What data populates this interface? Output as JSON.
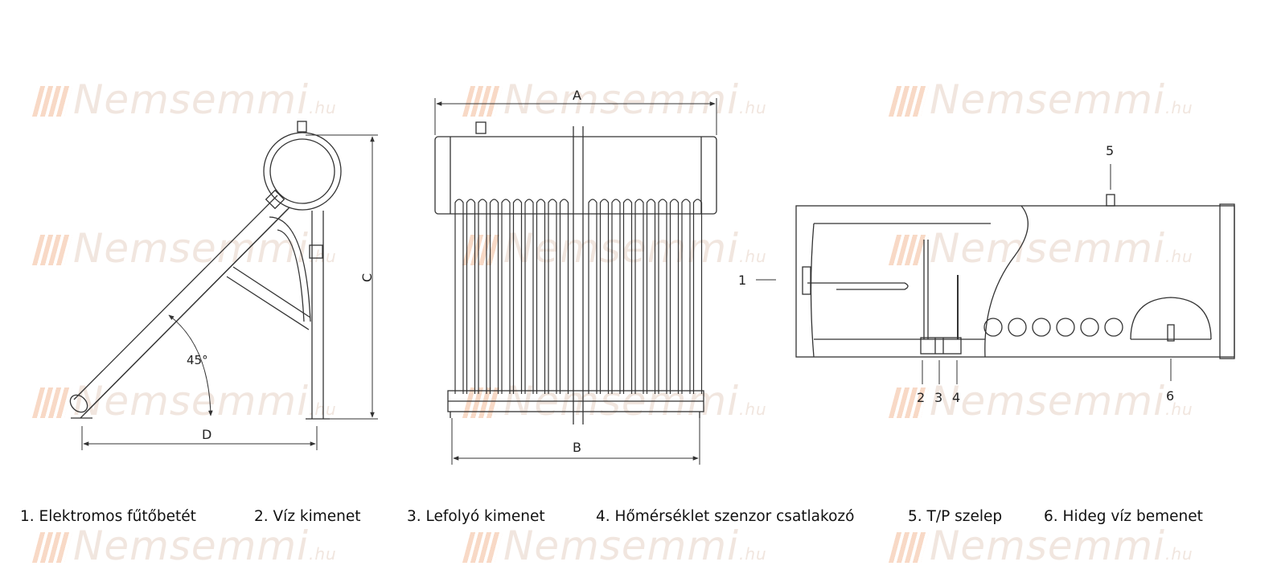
{
  "watermark": {
    "brand": "Nemsemm",
    "suffix": ".hu"
  },
  "side_view": {
    "angle_label": "45°",
    "dim_height": "C",
    "dim_depth": "D"
  },
  "front_view": {
    "dim_top": "A",
    "dim_bottom": "B"
  },
  "tank_view": {
    "callouts": [
      "1",
      "2",
      "3",
      "4",
      "5",
      "6"
    ]
  },
  "legend": {
    "items": [
      "1. Elektromos fűtőbetét",
      "2. Víz kimenet",
      "3. Lefolyó kimenet",
      "4. Hőmérséklet szenzor csatlakozó",
      "5. T/P szelep",
      "6. Hideg víz bemenet"
    ]
  },
  "colors": {
    "line": "#333333",
    "watermark": "#f1e6df"
  }
}
